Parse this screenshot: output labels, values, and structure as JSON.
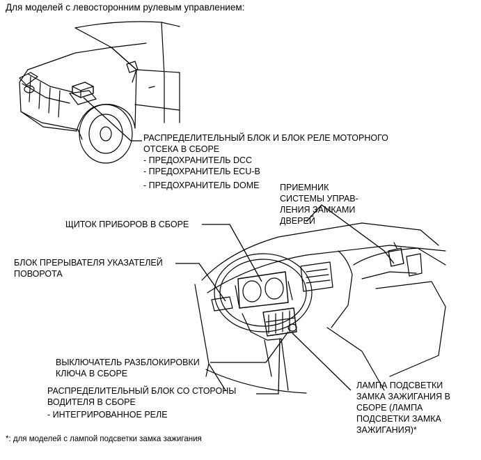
{
  "heading": "Для моделей с левосторонним рулевым управлением:",
  "labels": {
    "engine_relay_block": "РАСПРЕДЕЛИТЕЛЬНЫЙ БЛОК И БЛОК РЕЛЕ МОТОРНОГО\nОТСЕКА В СБОРЕ",
    "fuse_dcc": "- ПРЕДОХРАНИТЕЛЬ DCC",
    "fuse_ecub": "- ПРЕДОХРАНИТЕЛЬ ECU-B",
    "fuse_dome": "- ПРЕДОХРАНИТЕЛЬ DOME",
    "door_lock_receiver": "ПРИЕМНИК\nСИСТЕМЫ УПРАВ-\nЛЕНИЯ ЗАМКАМИ\nДВЕРЕЙ",
    "instrument_cluster": "ЩИТОК ПРИБОРОВ В СБОРЕ",
    "turn_signal_flasher": "БЛОК ПРЕРЫВАТЕЛЯ УКАЗАТЕЛЕЙ\nПОВОРОТА",
    "key_unlock_switch": "ВЫКЛЮЧАТЕЛЬ РАЗБЛОКИРОВКИ\nКЛЮЧА В СБОРЕ",
    "driver_side_junction_block": "РАСПРЕДЕЛИТЕЛЬНЫЙ БЛОК СО СТОРОНЫ\nВОДИТЕЛЯ В СБОРЕ",
    "integration_relay": "- ИНТЕГРИРОВАННОЕ РЕЛЕ",
    "ignition_key_lamp": "ЛАМПА ПОДСВЕТКИ\nЗАМКА ЗАЖИГАНИЯ В\nСБОРЕ (ЛАМПА\nПОДСВЕТКИ ЗАМКА\nЗАЖИГАНИЯ)*"
  },
  "footnote": "*: для моделей с лампой подсветки замка зажигания"
}
